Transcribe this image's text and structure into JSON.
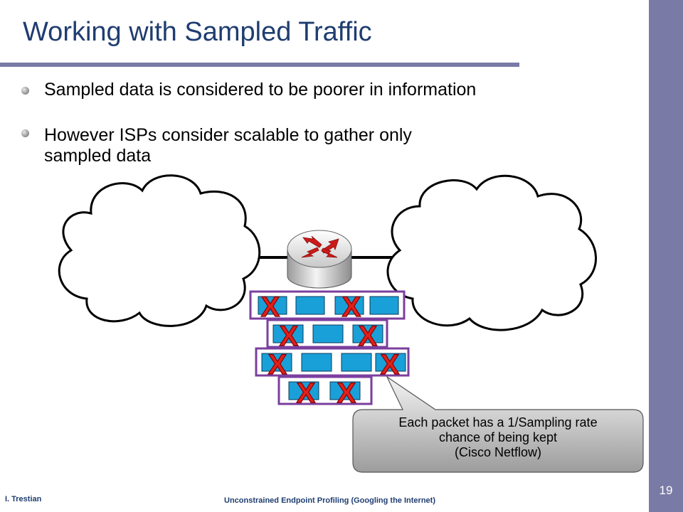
{
  "slide": {
    "title": "Working with Sampled Traffic",
    "bullets": [
      "Sampled data is considered to be poorer in information",
      "However ISPs consider scalable to gather only sampled data"
    ],
    "bullet_lines": {
      "b2_line1": "However ISPs consider scalable to gather only",
      "b2_line2": "sampled data"
    },
    "footer_author": "I. Trestian",
    "footer_title": "Unconstrained Endpoint Profiling (Googling the Internet)",
    "slide_number": "19"
  },
  "diagram": {
    "nodes": [
      "cloud-left",
      "router",
      "cloud-right"
    ],
    "packet_rows": [
      {
        "packets": 4,
        "dropped_marks": 2
      },
      {
        "packets": 3,
        "dropped_marks": 2
      },
      {
        "packets": 4,
        "dropped_marks": 2
      },
      {
        "packets": 2,
        "dropped_marks": 2
      }
    ],
    "drop_mark": "X",
    "callout": {
      "line1": "Each packet has a 1/Sampling rate",
      "line2": "chance of being kept",
      "line3": "(Cisco Netflow)"
    }
  },
  "colors": {
    "title": "#1f3d70",
    "sidebar": "#7a7aa6",
    "packet": "#1aa0d8",
    "row_border": "#7b3f9e",
    "drop_mark": "#e0201a",
    "router_arrow": "#cc1a1a"
  }
}
